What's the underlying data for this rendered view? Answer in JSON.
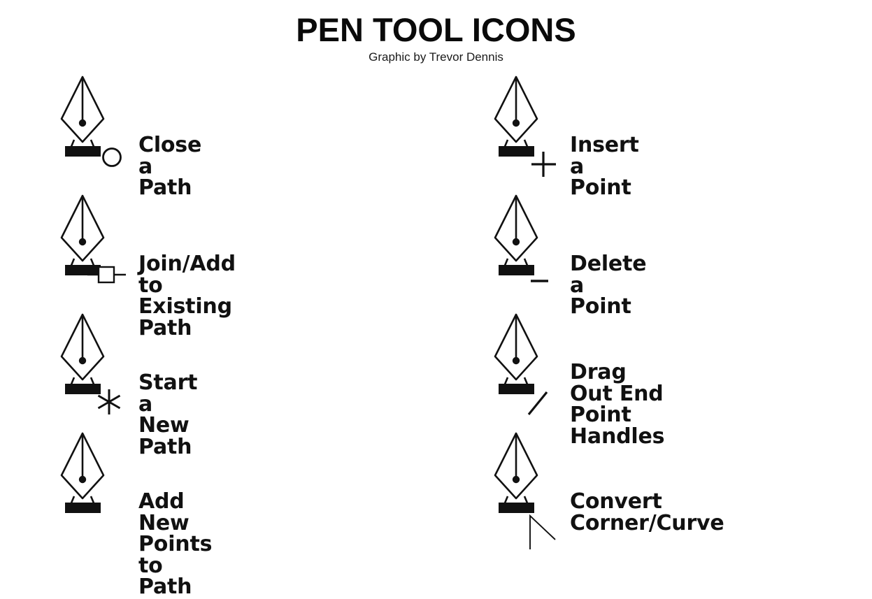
{
  "header": {
    "title": "PEN TOOL ICONS",
    "subtitle": "Graphic by Trevor Dennis"
  },
  "colors": {
    "background": "#ffffff",
    "ink": "#111111",
    "title_ink": "#0a0a0a"
  },
  "columns": {
    "left": [
      {
        "id": "close-a-path",
        "label": "Close a Path",
        "icon": "pen-tool-icon",
        "badge": "circle-badge-icon",
        "badge_description": "open circle"
      },
      {
        "id": "join-add-to-existing-path",
        "label": "Join/Add to Existing Path",
        "icon": "pen-tool-icon",
        "badge": "square-with-lines-badge-icon",
        "badge_description": "small open square with horizontal line on each side"
      },
      {
        "id": "start-a-new-path",
        "label": "Start a New Path",
        "icon": "pen-tool-icon",
        "badge": "asterisk-badge-icon",
        "badge_description": "six-pointed asterisk star"
      },
      {
        "id": "add-new-points-to-path",
        "label": "Add New Points to Path",
        "icon": "pen-tool-icon",
        "badge": "none",
        "badge_description": "no modifier badge"
      }
    ],
    "right": [
      {
        "id": "insert-a-point",
        "label": "Insert a Point",
        "icon": "pen-tool-icon",
        "badge": "plus-badge-icon",
        "badge_description": "plus sign"
      },
      {
        "id": "delete-a-point",
        "label": "Delete a Point",
        "icon": "pen-tool-icon",
        "badge": "minus-badge-icon",
        "badge_description": "short horizontal minus bar"
      },
      {
        "id": "drag-out-end-point-handles",
        "label": "Drag Out End\nPoint Handles",
        "icon": "pen-tool-icon",
        "badge": "diagonal-slash-badge-icon",
        "badge_description": "diagonal slash stroke"
      },
      {
        "id": "convert-corner-curve",
        "label": "Convert Corner/Curve",
        "icon": "pen-tool-icon",
        "badge": "arrow-cursor-badge-icon",
        "badge_description": "open outlined arrow cursor pointing up-left"
      }
    ]
  }
}
